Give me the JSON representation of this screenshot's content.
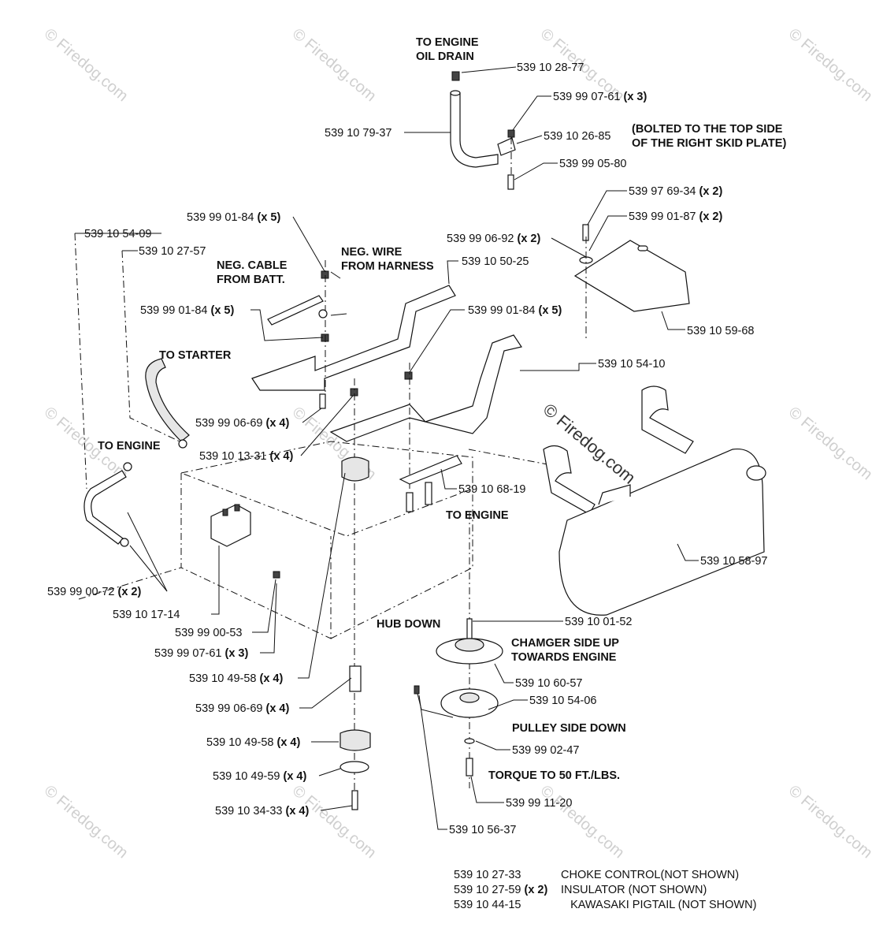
{
  "watermark": "© Firedog.com",
  "callouts": [
    {
      "id": "oil-drain-label",
      "text": "TO ENGINE\nOIL DRAIN",
      "bold": true
    },
    {
      "id": "p-539-10-28-77",
      "text": "539 10 28-77"
    },
    {
      "id": "p-539-99-07-61-top",
      "text": "539 99 07-61",
      "qty": "(x 3)"
    },
    {
      "id": "p-539-10-79-37",
      "text": "539 10 79-37"
    },
    {
      "id": "p-539-10-26-85",
      "text": "539 10 26-85"
    },
    {
      "id": "bolted-note",
      "text": "(BOLTED TO THE TOP SIDE\nOF THE RIGHT SKID PLATE)",
      "bold": true
    },
    {
      "id": "p-539-99-05-80",
      "text": "539 99 05-80"
    },
    {
      "id": "p-539-97-69-34",
      "text": "539 97 69-34",
      "qty": "(x 2)"
    },
    {
      "id": "p-539-99-01-87",
      "text": "539 99 01-87",
      "qty": "(x 2)"
    },
    {
      "id": "p-539-99-06-92",
      "text": "539 99 06-92",
      "qty": "(x 2)"
    },
    {
      "id": "p-539-99-01-84-a",
      "text": "539 99 01-84",
      "qty": "(x 5)"
    },
    {
      "id": "p-539-10-54-09",
      "text": "539 10 54-09"
    },
    {
      "id": "p-539-10-27-57",
      "text": "539 10 27-57"
    },
    {
      "id": "neg-cable-label",
      "text": "NEG. CABLE\nFROM BATT.",
      "bold": true
    },
    {
      "id": "neg-wire-label",
      "text": "NEG. WIRE\nFROM HARNESS",
      "bold": true
    },
    {
      "id": "p-539-10-50-25",
      "text": "539 10 50-25"
    },
    {
      "id": "p-539-99-01-84-b",
      "text": "539 99 01-84",
      "qty": "(x 5)"
    },
    {
      "id": "p-539-99-01-84-c",
      "text": "539 99 01-84",
      "qty": "(x 5)"
    },
    {
      "id": "p-539-10-59-68",
      "text": "539 10 59-68"
    },
    {
      "id": "to-starter-label",
      "text": "TO STARTER",
      "bold": true
    },
    {
      "id": "p-539-10-54-10",
      "text": "539 10 54-10"
    },
    {
      "id": "p-539-99-06-69-a",
      "text": "539 99 06-69",
      "qty": "(x 4)"
    },
    {
      "id": "to-engine-left-label",
      "text": "TO ENGINE",
      "bold": true
    },
    {
      "id": "p-539-10-13-31",
      "text": "539 10 13-31",
      "qty": "(x 4)"
    },
    {
      "id": "p-539-10-68-19",
      "text": "539 10 68-19"
    },
    {
      "id": "to-engine-center-label",
      "text": "TO ENGINE",
      "bold": true
    },
    {
      "id": "p-539-10-58-97",
      "text": "539 10 58-97"
    },
    {
      "id": "p-539-99-00-72",
      "text": "539 99 00-72",
      "qty": "(x 2)"
    },
    {
      "id": "p-539-10-17-14",
      "text": "539 10 17-14"
    },
    {
      "id": "p-539-99-00-53",
      "text": "539 99 00-53"
    },
    {
      "id": "p-539-99-07-61-bottom",
      "text": "539 99 07-61",
      "qty": "(x 3)"
    },
    {
      "id": "p-539-10-01-52",
      "text": "539 10 01-52"
    },
    {
      "id": "hub-down-label",
      "text": "HUB DOWN",
      "bold": true
    },
    {
      "id": "chamger-label",
      "text": "CHAMGER SIDE UP\nTOWARDS ENGINE",
      "bold": true
    },
    {
      "id": "p-539-10-49-58-a",
      "text": "539 10 49-58",
      "qty": "(x 4)"
    },
    {
      "id": "p-539-10-60-57",
      "text": "539 10 60-57"
    },
    {
      "id": "p-539-10-54-06",
      "text": "539 10 54-06"
    },
    {
      "id": "p-539-99-06-69-b",
      "text": "539 99 06-69",
      "qty": "(x 4)"
    },
    {
      "id": "pulley-side-label",
      "text": "PULLEY SIDE DOWN",
      "bold": true
    },
    {
      "id": "p-539-10-49-58-b",
      "text": "539 10 49-58",
      "qty": "(x 4)"
    },
    {
      "id": "p-539-99-02-47",
      "text": "539 99 02-47"
    },
    {
      "id": "p-539-10-49-59",
      "text": "539 10 49-59",
      "qty": "(x 4)"
    },
    {
      "id": "torque-label",
      "text": "TORQUE TO 50 FT./LBS.",
      "bold": true
    },
    {
      "id": "p-539-99-11-20",
      "text": "539 99 11-20"
    },
    {
      "id": "p-539-10-34-33",
      "text": "539 10 34-33",
      "qty": "(x 4)"
    },
    {
      "id": "p-539-10-56-37",
      "text": "539 10 56-37"
    }
  ],
  "notes": [
    {
      "part": "539 10 27-33",
      "qty": "",
      "description": "CHOKE CONTROL(NOT SHOWN)"
    },
    {
      "part": "539 10 27-59",
      "qty": "(x 2)",
      "description": "INSULATOR (NOT SHOWN)"
    },
    {
      "part": "539 10 44-15",
      "qty": "",
      "description": "   KAWASAKI PIGTAIL (NOT SHOWN)"
    }
  ]
}
